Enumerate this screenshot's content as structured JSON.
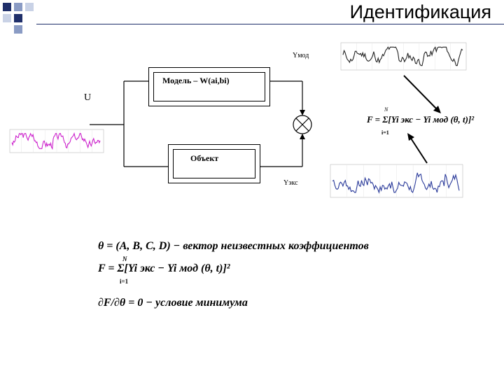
{
  "title": "Идентификация",
  "diagram": {
    "model_label": "Модель – W(ai,bi)",
    "object_label": "Объект",
    "input_label": "U",
    "y_mod_label": "Yмод",
    "y_exp_label": "Yэкс",
    "f_formula": "F = Σ[Yi экс − Yi мод (θ, t)]²",
    "sum_top": "N",
    "sum_bottom": "i=1"
  },
  "equations": {
    "line1": "θ = (A, B, C, D) − вектор неизвестных коэффициентов",
    "line2": "F = Σ[Yi экс − Yi мод (θ, t)]²",
    "line3": "∂F/∂θ = 0 − условие минимума",
    "sum_top": "N",
    "sum_bottom": "i=1"
  },
  "colors": {
    "input_signal": "#cc22cc",
    "model_signal": "#222222",
    "exp_signal": "#2a3a9a",
    "corner_dark": "#1f2f6a",
    "corner_light": "#8a9bc4"
  },
  "plots": {
    "input": {
      "seed": 3,
      "color": "#cc22cc"
    },
    "model": {
      "seed": 11,
      "color": "#222222"
    },
    "exp": {
      "seed": 7,
      "color": "#2a3a9a"
    }
  }
}
